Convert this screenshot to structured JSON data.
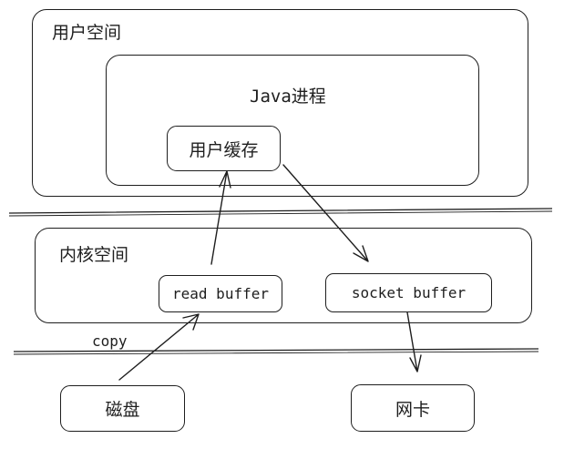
{
  "regions": {
    "user_space": {
      "label": "用户空间"
    },
    "java_process": {
      "label": "Java进程"
    },
    "user_buffer": {
      "label": "用户缓存"
    },
    "kernel_space": {
      "label": "内核空间"
    },
    "read_buffer": {
      "label": "read buffer"
    },
    "socket_buffer": {
      "label": "socket buffer"
    },
    "disk": {
      "label": "磁盘"
    },
    "nic": {
      "label": "网卡"
    }
  },
  "annotations": {
    "copy_label": "copy"
  }
}
